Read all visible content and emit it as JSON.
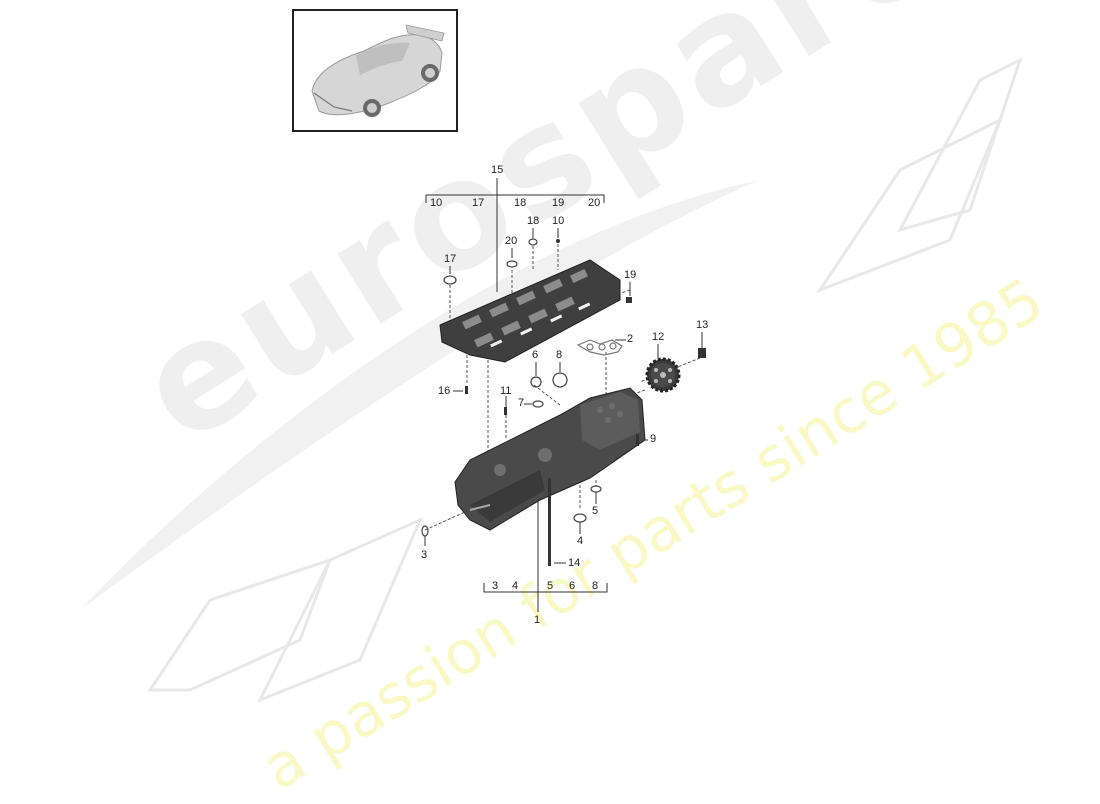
{
  "thumbnail": {
    "subject": "car-thumbnail",
    "alt": "Sports coupe overview"
  },
  "watermark": {
    "brand": "eurospares",
    "tagline": "a passion for parts since 1985",
    "brand_color": "#e8e8e8",
    "tagline_color": "#f7f5a8"
  },
  "callouts": {
    "c15": "15",
    "group_top": [
      "10",
      "17",
      "18",
      "19",
      "20"
    ],
    "c18": "18",
    "c10": "10",
    "c20": "20",
    "c17": "17",
    "c19": "19",
    "c2": "2",
    "c12": "12",
    "c13": "13",
    "c6": "6",
    "c8": "8",
    "c16": "16",
    "c11": "11",
    "c7": "7",
    "c9": "9",
    "c5": "5",
    "c4": "4",
    "c3": "3",
    "c14": "14",
    "group_bottom": [
      "3",
      "4",
      "5",
      "6",
      "8"
    ],
    "c1": "1"
  }
}
